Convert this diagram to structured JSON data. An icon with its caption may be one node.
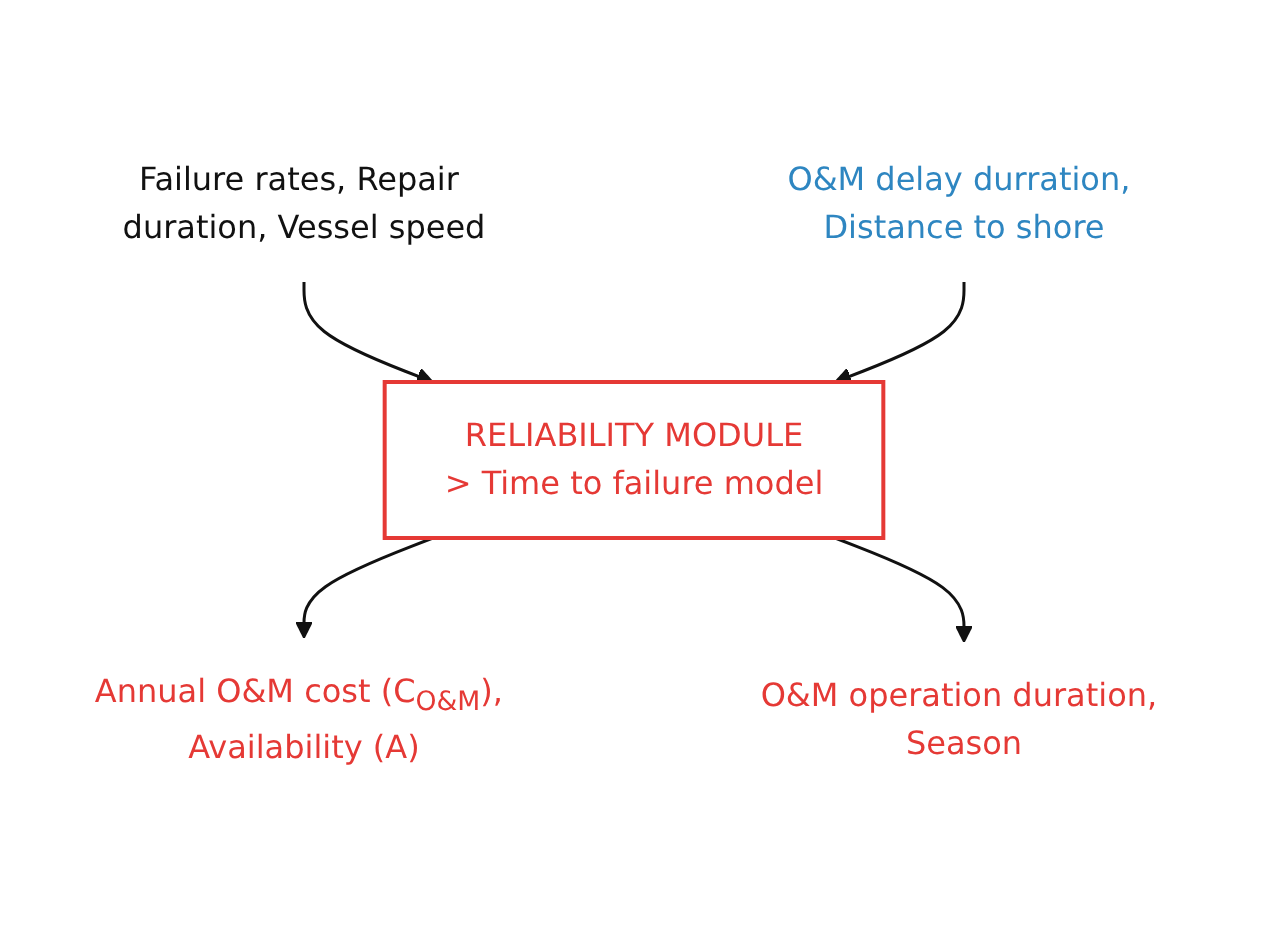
{
  "diagram": {
    "nodes": [
      {
        "text": [
          "Failure rates, Repair duration, Vessel speed"
        ]
      },
      {
        "text": [
          "RELIABILITY MODULE",
          "> Time to failure model"
        ]
      },
      {
        "text": [
          "Annual O&M cost (C$_{O&M}$), Availability (A)"
        ]
      },
      {
        "text": [
          "O&M operation duration, Season"
        ]
      },
      {
        "text": [
          "O&M delay durration, Distance to shore"
        ]
      }
    ],
    "edges": [
      {
        "from": 0,
        "to": 1,
        "arrow": "to"
      },
      {
        "from": 1,
        "to": 2,
        "arrow": "to"
      },
      {
        "from": 1,
        "to": 3,
        "arrow": "to"
      },
      {
        "from": 4,
        "to": 1,
        "arrow": "to"
      }
    ]
  }
}
